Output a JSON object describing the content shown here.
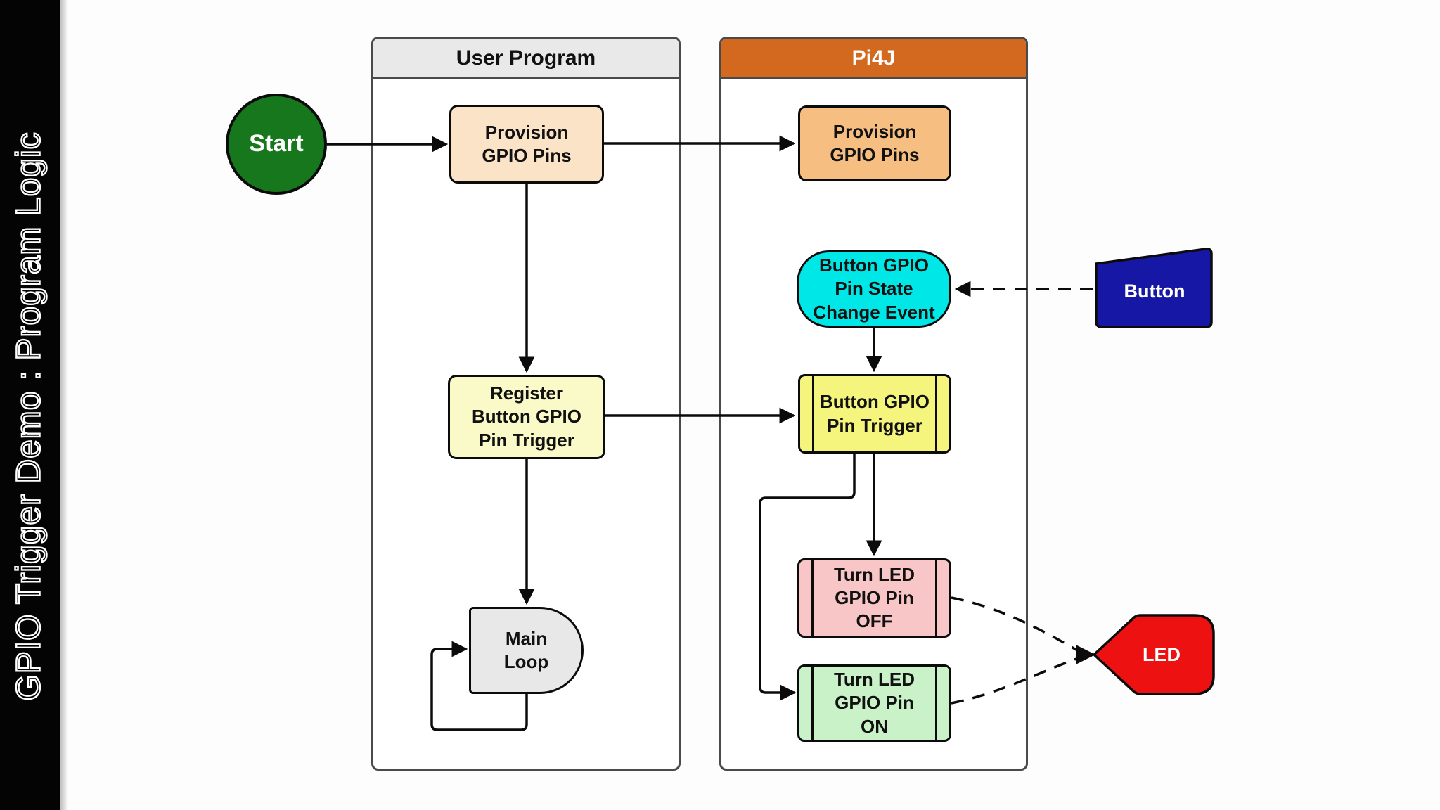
{
  "diagram_type": "swimlane-flowchart",
  "sidebar": {
    "title": "GPIO Trigger Demo : Program Logic"
  },
  "lanes": {
    "user_program": {
      "title": "User Program",
      "header_color": "#e9e9e9"
    },
    "pi4j": {
      "title": "Pi4J",
      "header_color": "#d2691e"
    }
  },
  "nodes": {
    "start": {
      "label": "Start",
      "shape": "circle",
      "color": "#17771c",
      "lane": "none"
    },
    "provision_user": {
      "label": "Provision\nGPIO Pins",
      "shape": "rounded-rect",
      "color": "#fbe3c8",
      "lane": "user_program"
    },
    "provision_pi4j": {
      "label": "Provision\nGPIO Pins",
      "shape": "rounded-rect",
      "color": "#f6be80",
      "lane": "pi4j"
    },
    "button_event": {
      "label": "Button GPIO\nPin State\nChange Event",
      "shape": "stadium",
      "color": "#00e7e7",
      "lane": "pi4j"
    },
    "register_trigger": {
      "label": "Register\nButton GPIO\nPin Trigger",
      "shape": "rounded-rect",
      "color": "#faf9c8",
      "lane": "user_program"
    },
    "button_trigger": {
      "label": "Button GPIO\nPin Trigger",
      "shape": "predefined-process",
      "color": "#f5f57e",
      "lane": "pi4j"
    },
    "main_loop": {
      "label": "Main\nLoop",
      "shape": "delay",
      "color": "#e8e8e8",
      "lane": "user_program"
    },
    "led_off": {
      "label": "Turn LED\nGPIO Pin\nOFF",
      "shape": "predefined-process",
      "color": "#f8c6c6",
      "lane": "pi4j"
    },
    "led_on": {
      "label": "Turn LED\nGPIO Pin\nON",
      "shape": "predefined-process",
      "color": "#c9f2c9",
      "lane": "pi4j"
    },
    "button": {
      "label": "Button",
      "shape": "manual-input",
      "color": "#1717a5",
      "lane": "none"
    },
    "led": {
      "label": "LED",
      "shape": "display-pentagon",
      "color": "#ed1111",
      "lane": "none"
    }
  },
  "edges": [
    {
      "from": "start",
      "to": "provision_user",
      "style": "solid"
    },
    {
      "from": "provision_user",
      "to": "provision_pi4j",
      "style": "solid"
    },
    {
      "from": "provision_user",
      "to": "register_trigger",
      "style": "solid"
    },
    {
      "from": "register_trigger",
      "to": "button_trigger",
      "style": "solid"
    },
    {
      "from": "button_event",
      "to": "button_trigger",
      "style": "solid"
    },
    {
      "from": "button_trigger",
      "to": "led_off",
      "style": "solid"
    },
    {
      "from": "button_trigger",
      "to": "led_on",
      "style": "solid"
    },
    {
      "from": "register_trigger",
      "to": "main_loop",
      "style": "solid"
    },
    {
      "from": "main_loop",
      "to": "main_loop",
      "style": "solid-self-loop"
    },
    {
      "from": "button",
      "to": "button_event",
      "style": "dashed"
    },
    {
      "from": "led_off",
      "to": "led",
      "style": "dashed-curve"
    },
    {
      "from": "led_on",
      "to": "led",
      "style": "dashed-curve"
    }
  ],
  "colors": {
    "sidebar_bg": "#040404",
    "lane_border": "#4a4a4a",
    "node_border": "#0b0b0b",
    "pi4j_header": "#d2691e",
    "user_header": "#e9e9e9"
  }
}
